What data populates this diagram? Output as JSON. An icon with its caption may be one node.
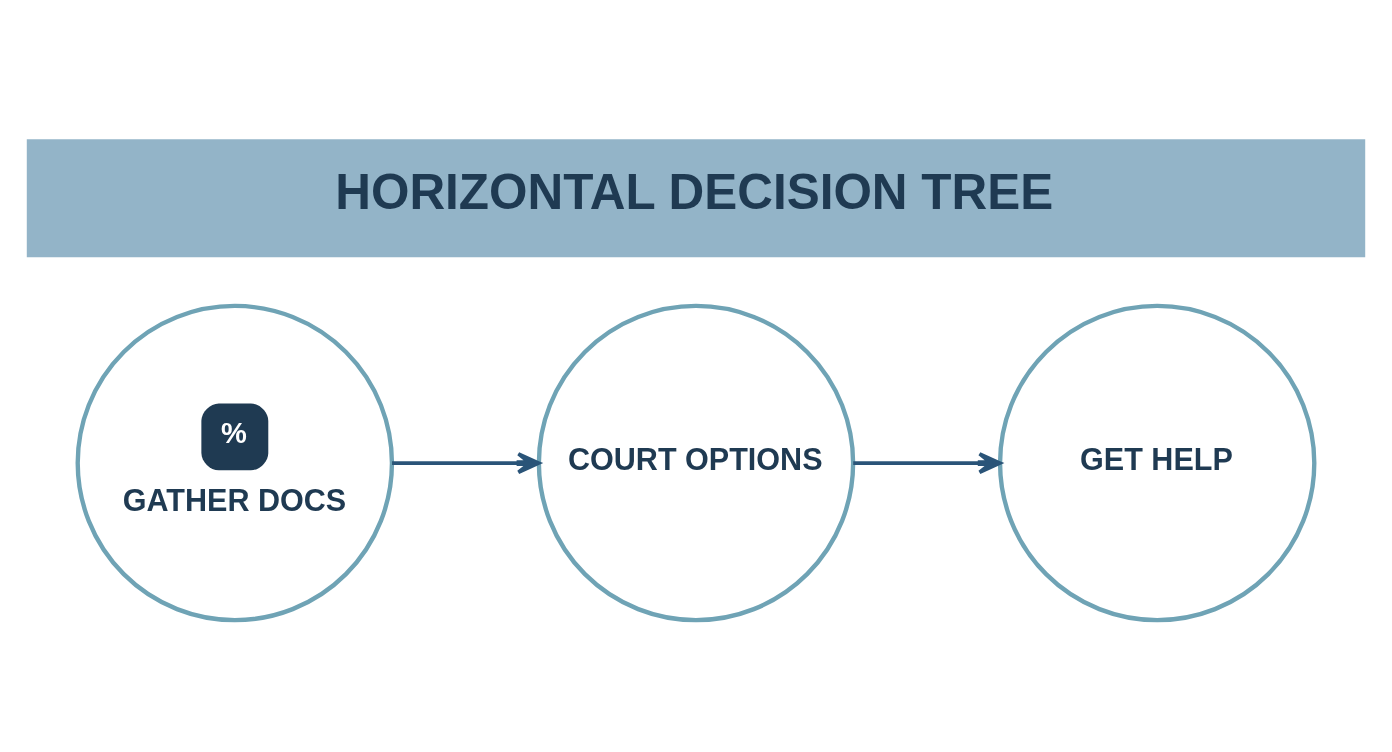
{
  "diagram": {
    "title": "HORIZONTAL DECISION TREE",
    "nodes": [
      {
        "text": [
          "%",
          "GATHER DOCS"
        ]
      },
      {
        "text": [
          "COURT OPTIONS"
        ]
      },
      {
        "text": [
          "GET HELP"
        ]
      }
    ],
    "edges": [
      {
        "from": 0,
        "to": 1,
        "arrow": "to"
      },
      {
        "from": 1,
        "to": 2,
        "arrow": "to"
      }
    ]
  }
}
